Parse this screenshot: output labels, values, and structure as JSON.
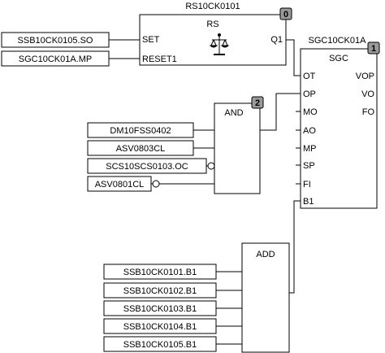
{
  "rs_block": {
    "instance": "RS10CK0101",
    "type": "RS",
    "badge": "0",
    "inputs": [
      "SET",
      "RESET1"
    ],
    "output": "Q1",
    "icon": "scales-icon"
  },
  "rs_inputs": [
    "SSB10CK0105.SO",
    "SGC10CK01A.MP"
  ],
  "sgc_block": {
    "instance": "SGC10CK01A",
    "type": "SGC",
    "badge": "1",
    "inputs": [
      "OT",
      "OP",
      "MO",
      "AO",
      "MP",
      "SP",
      "FI",
      "B1"
    ],
    "outputs": [
      "VOP",
      "VO",
      "FO"
    ]
  },
  "and_block": {
    "type": "AND",
    "badge": "2"
  },
  "and_inputs": [
    "DM10FSS0402",
    "ASV0803CL",
    "SCS10SCS0103.OC",
    "ASV0801CL"
  ],
  "add_block": {
    "type": "ADD"
  },
  "add_inputs": [
    "SSB10CK0101.B1",
    "SSB10CK0102.B1",
    "SSB10CK0103.B1",
    "SSB10CK0104.B1",
    "SSB10CK0105.B1"
  ],
  "colors": {
    "line": "#000000",
    "badge_fill": "#9a9a9a",
    "background": "#ffffff"
  }
}
